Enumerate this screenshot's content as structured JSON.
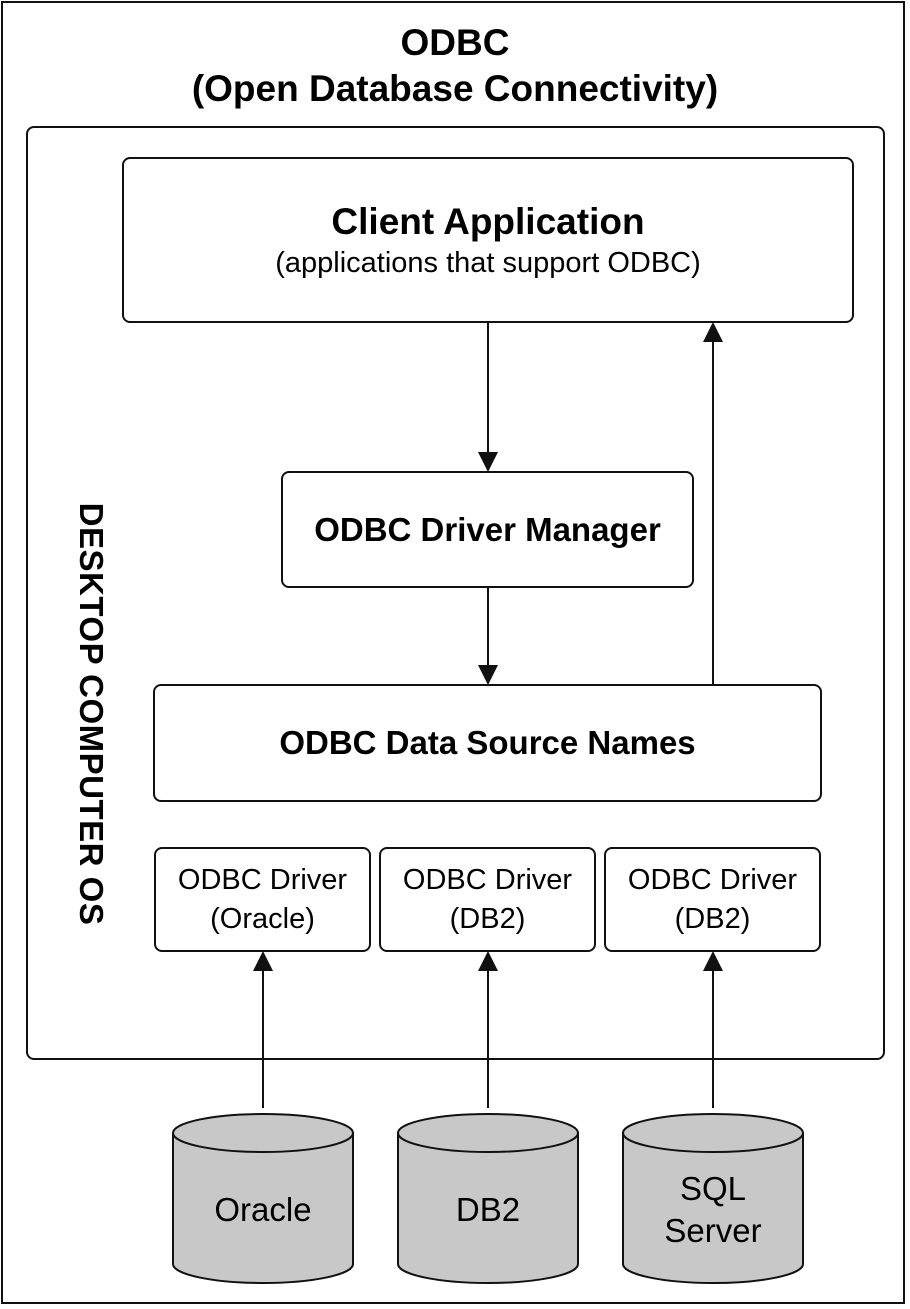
{
  "title": {
    "line1": "ODBC",
    "line2": "(Open Database Connectivity)"
  },
  "os_label": "DESKTOP COMPUTER OS",
  "client_app": {
    "title": "Client Application",
    "subtitle": "(applications that support ODBC)"
  },
  "driver_manager": "ODBC Driver Manager",
  "data_source_names": "ODBC Data Source Names",
  "drivers": [
    {
      "line1": "ODBC Driver",
      "line2": "(Oracle)"
    },
    {
      "line1": "ODBC Driver",
      "line2": "(DB2)"
    },
    {
      "line1": "ODBC Driver",
      "line2": "(DB2)"
    }
  ],
  "databases": [
    {
      "line1": "Oracle",
      "line2": ""
    },
    {
      "line1": "DB2",
      "line2": ""
    },
    {
      "line1": "SQL",
      "line2": "Server"
    }
  ],
  "colors": {
    "stroke": "#111111",
    "cylinder_fill": "#c8c8c8",
    "background": "#ffffff"
  }
}
